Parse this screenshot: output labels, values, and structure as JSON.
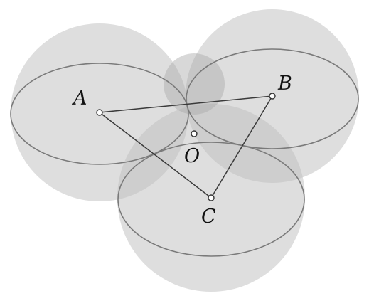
{
  "labels": {
    "a": "A",
    "b": "B",
    "c": "C",
    "o": "O"
  },
  "colors": {
    "sphere_fill": "#bdbdbd",
    "equator_stroke": "#7a7a7a",
    "edge_stroke": "#3a3a3a",
    "background": "#ffffff"
  }
}
